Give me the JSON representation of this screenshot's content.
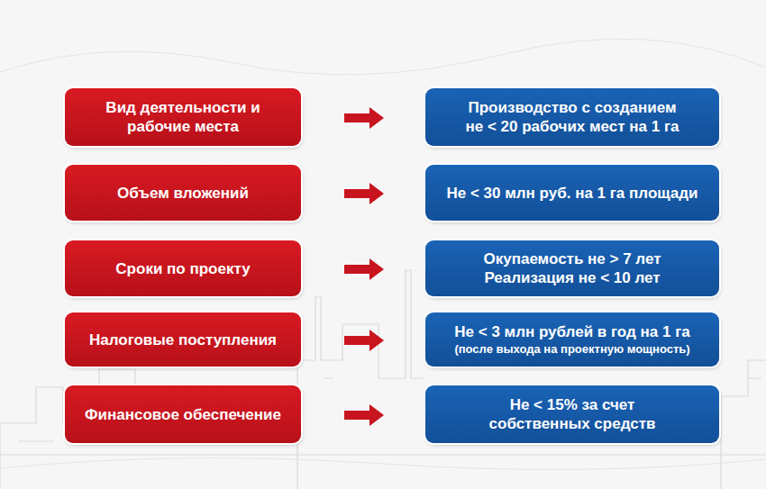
{
  "diagram": {
    "nodes": [
      {
        "text": [
          "Вид деятельности и рабочие места"
        ]
      },
      {
        "text": [
          "Производство с созданием не < 20 рабочих мест на 1 га"
        ]
      },
      {
        "text": [
          "Объем вложений"
        ]
      },
      {
        "text": [
          "Не < 30 млн руб. на 1 га площади"
        ]
      },
      {
        "text": [
          "Сроки по проекту"
        ]
      },
      {
        "text": [
          "Окупаемость не > 7 лет",
          "Реализация не < 10 лет"
        ]
      },
      {
        "text": [
          "Налоговые поступления"
        ]
      },
      {
        "text": [
          "Не < 3 млн рублей в год на 1 га",
          "(после выхода на проектную мощность)"
        ]
      },
      {
        "text": [
          "Финансовое обеспечение"
        ]
      },
      {
        "text": [
          "Не < 15% за счет собственных средств"
        ]
      }
    ],
    "edges": [
      {
        "from": 0,
        "to": 1,
        "arrow": "to"
      },
      {
        "from": 2,
        "to": 3,
        "arrow": "to"
      },
      {
        "from": 4,
        "to": 5,
        "arrow": "to"
      },
      {
        "from": 6,
        "to": 7,
        "arrow": "to"
      },
      {
        "from": 8,
        "to": 9,
        "arrow": "to"
      }
    ]
  }
}
